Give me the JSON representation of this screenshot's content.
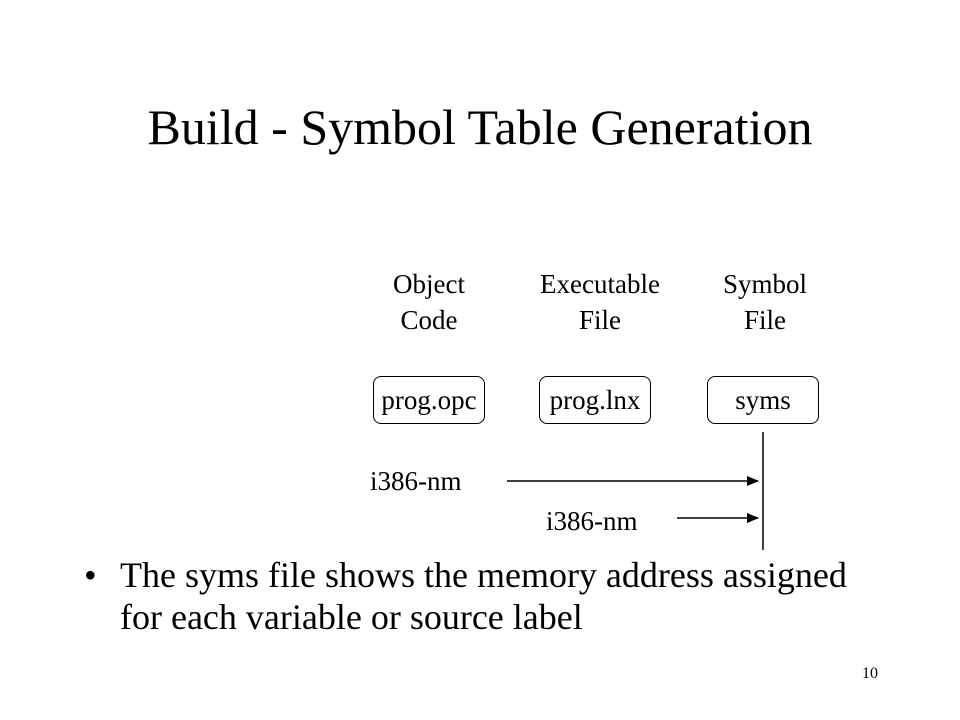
{
  "slide": {
    "title": "Build - Symbol Table Generation",
    "page_number": "10"
  },
  "columns": [
    {
      "line1": "Object",
      "line2": "Code",
      "file": "prog.opc"
    },
    {
      "line1": "Executable",
      "line2": "File",
      "file": "prog.lnx"
    },
    {
      "line1": "Symbol",
      "line2": "File",
      "file": "syms"
    }
  ],
  "commands": [
    {
      "label": "i386-nm"
    },
    {
      "label": "i386-nm"
    }
  ],
  "bullets": [
    {
      "bullet": "•",
      "text": "The syms file shows the memory address assigned for each variable or source label"
    }
  ]
}
